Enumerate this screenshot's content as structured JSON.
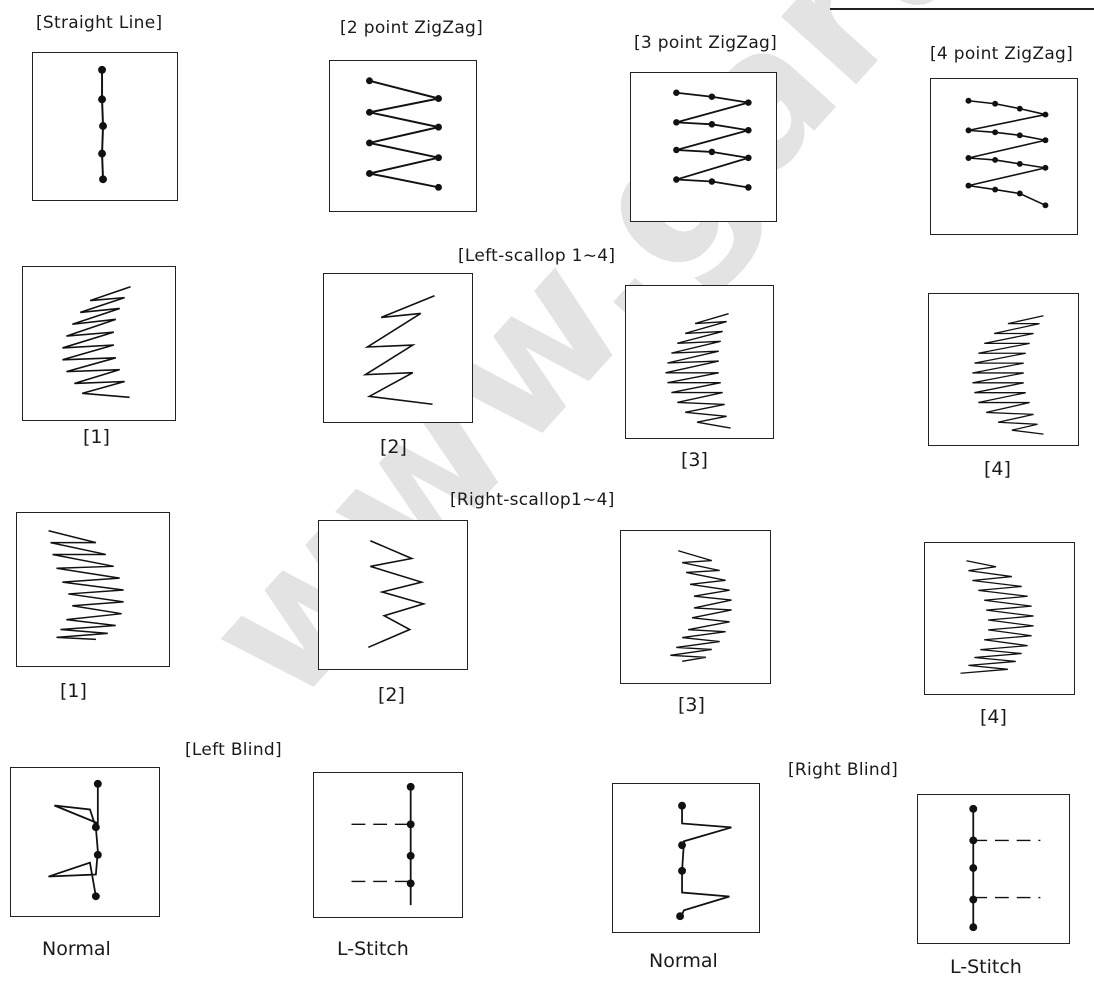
{
  "watermark": "www.garu",
  "section_labels": {
    "straight_line": "[Straight Line]",
    "zigzag2": "[2 point ZigZag]",
    "zigzag3": "[3 point ZigZag]",
    "zigzag4": "[4 point ZigZag]",
    "left_scallop": "[Left-scallop 1∼4]",
    "right_scallop": "[Right-scallop1∼4]",
    "left_blind": "[Left Blind]",
    "right_blind": "[Right Blind]"
  },
  "captions": {
    "ls1": "[1]",
    "ls2": "[2]",
    "ls3": "[3]",
    "ls4": "[4]",
    "rs1": "[1]",
    "rs2": "[2]",
    "rs3": "[3]",
    "rs4": "[4]",
    "lb_normal": "Normal",
    "lb_lstitch": "L-Stitch",
    "rb_normal": "Normal",
    "rb_lstitch": "L-Stitch"
  }
}
